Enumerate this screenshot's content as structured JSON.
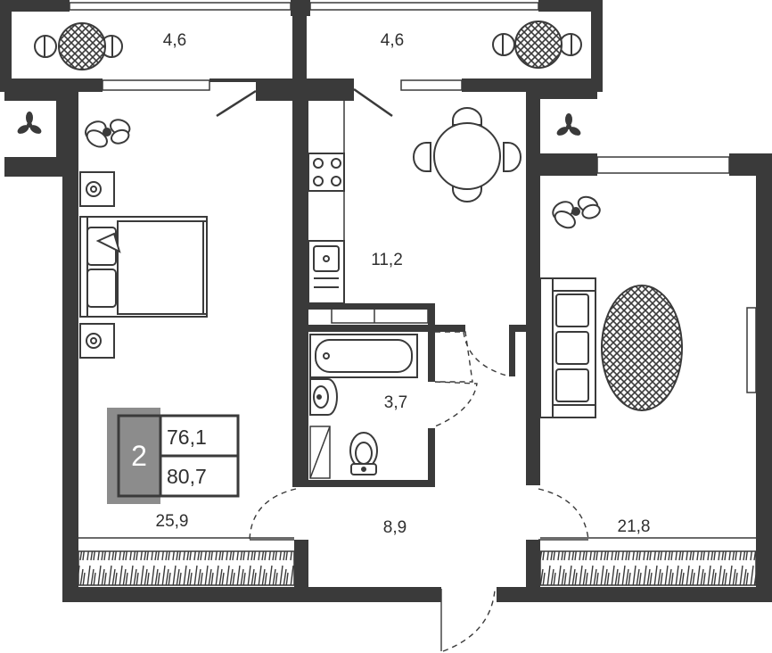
{
  "rooms": {
    "balcony_left": "4,6",
    "balcony_right": "4,6",
    "kitchen": "11,2",
    "bathroom": "3,7",
    "hall": "8,9",
    "bedroom": "25,9",
    "living_room": "21,8"
  },
  "badge": {
    "room_count": "2",
    "living_area": "76,1",
    "total_area": "80,7"
  },
  "colors": {
    "wall": "#3a3a3a",
    "badge_fill": "#8c8c8c",
    "text": "#2f2f2f"
  },
  "icons": [
    "fan-icon",
    "plant-icon",
    "bed-icon",
    "nightstand-icon",
    "stove-icon",
    "sink-icon",
    "bathtub-icon",
    "toilet-icon",
    "dining-table-icon",
    "chair-icon",
    "sofa-icon",
    "rug-icon",
    "radiator-icon"
  ]
}
